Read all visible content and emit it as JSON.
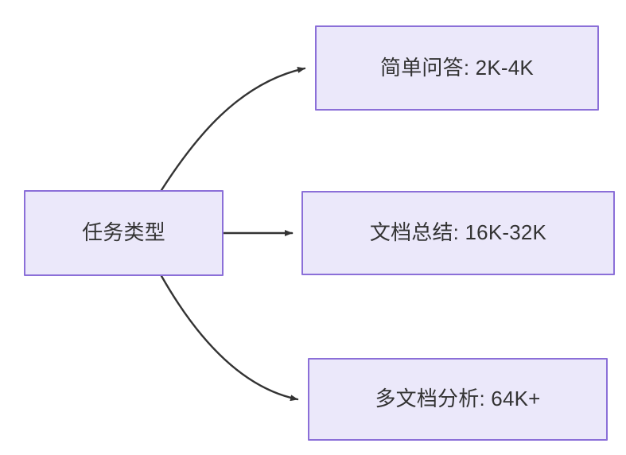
{
  "diagram": {
    "type": "flowchart",
    "direction": "left-to-right",
    "background_color": "#ffffff",
    "node_fill_color": "#ebe8fa",
    "node_border_color": "#8b6fd8",
    "node_text_color": "#333333",
    "edge_color": "#333333",
    "source_node": {
      "id": "task-type",
      "label": "任务类型"
    },
    "target_nodes": [
      {
        "id": "simple-qa",
        "label": "简单问答: 2K-4K",
        "task": "简单问答",
        "range": "2K-4K"
      },
      {
        "id": "doc-summary",
        "label": "文档总结: 16K-32K",
        "task": "文档总结",
        "range": "16K-32K"
      },
      {
        "id": "multi-doc-analysis",
        "label": "多文档分析: 64K+",
        "task": "多文档分析",
        "range": "64K+"
      }
    ],
    "edges": [
      {
        "id": "edge-0",
        "from": "任务类型",
        "to": "简单问答: 2K-4K",
        "style": "curved",
        "arrow": "arrowhead-right"
      },
      {
        "id": "edge-1",
        "from": "任务类型",
        "to": "文档总结: 16K-32K",
        "style": "straight",
        "arrow": "arrowhead-right"
      },
      {
        "id": "edge-2",
        "from": "任务类型",
        "to": "多文档分析: 64K+",
        "style": "curved",
        "arrow": "arrowhead-right"
      }
    ]
  }
}
